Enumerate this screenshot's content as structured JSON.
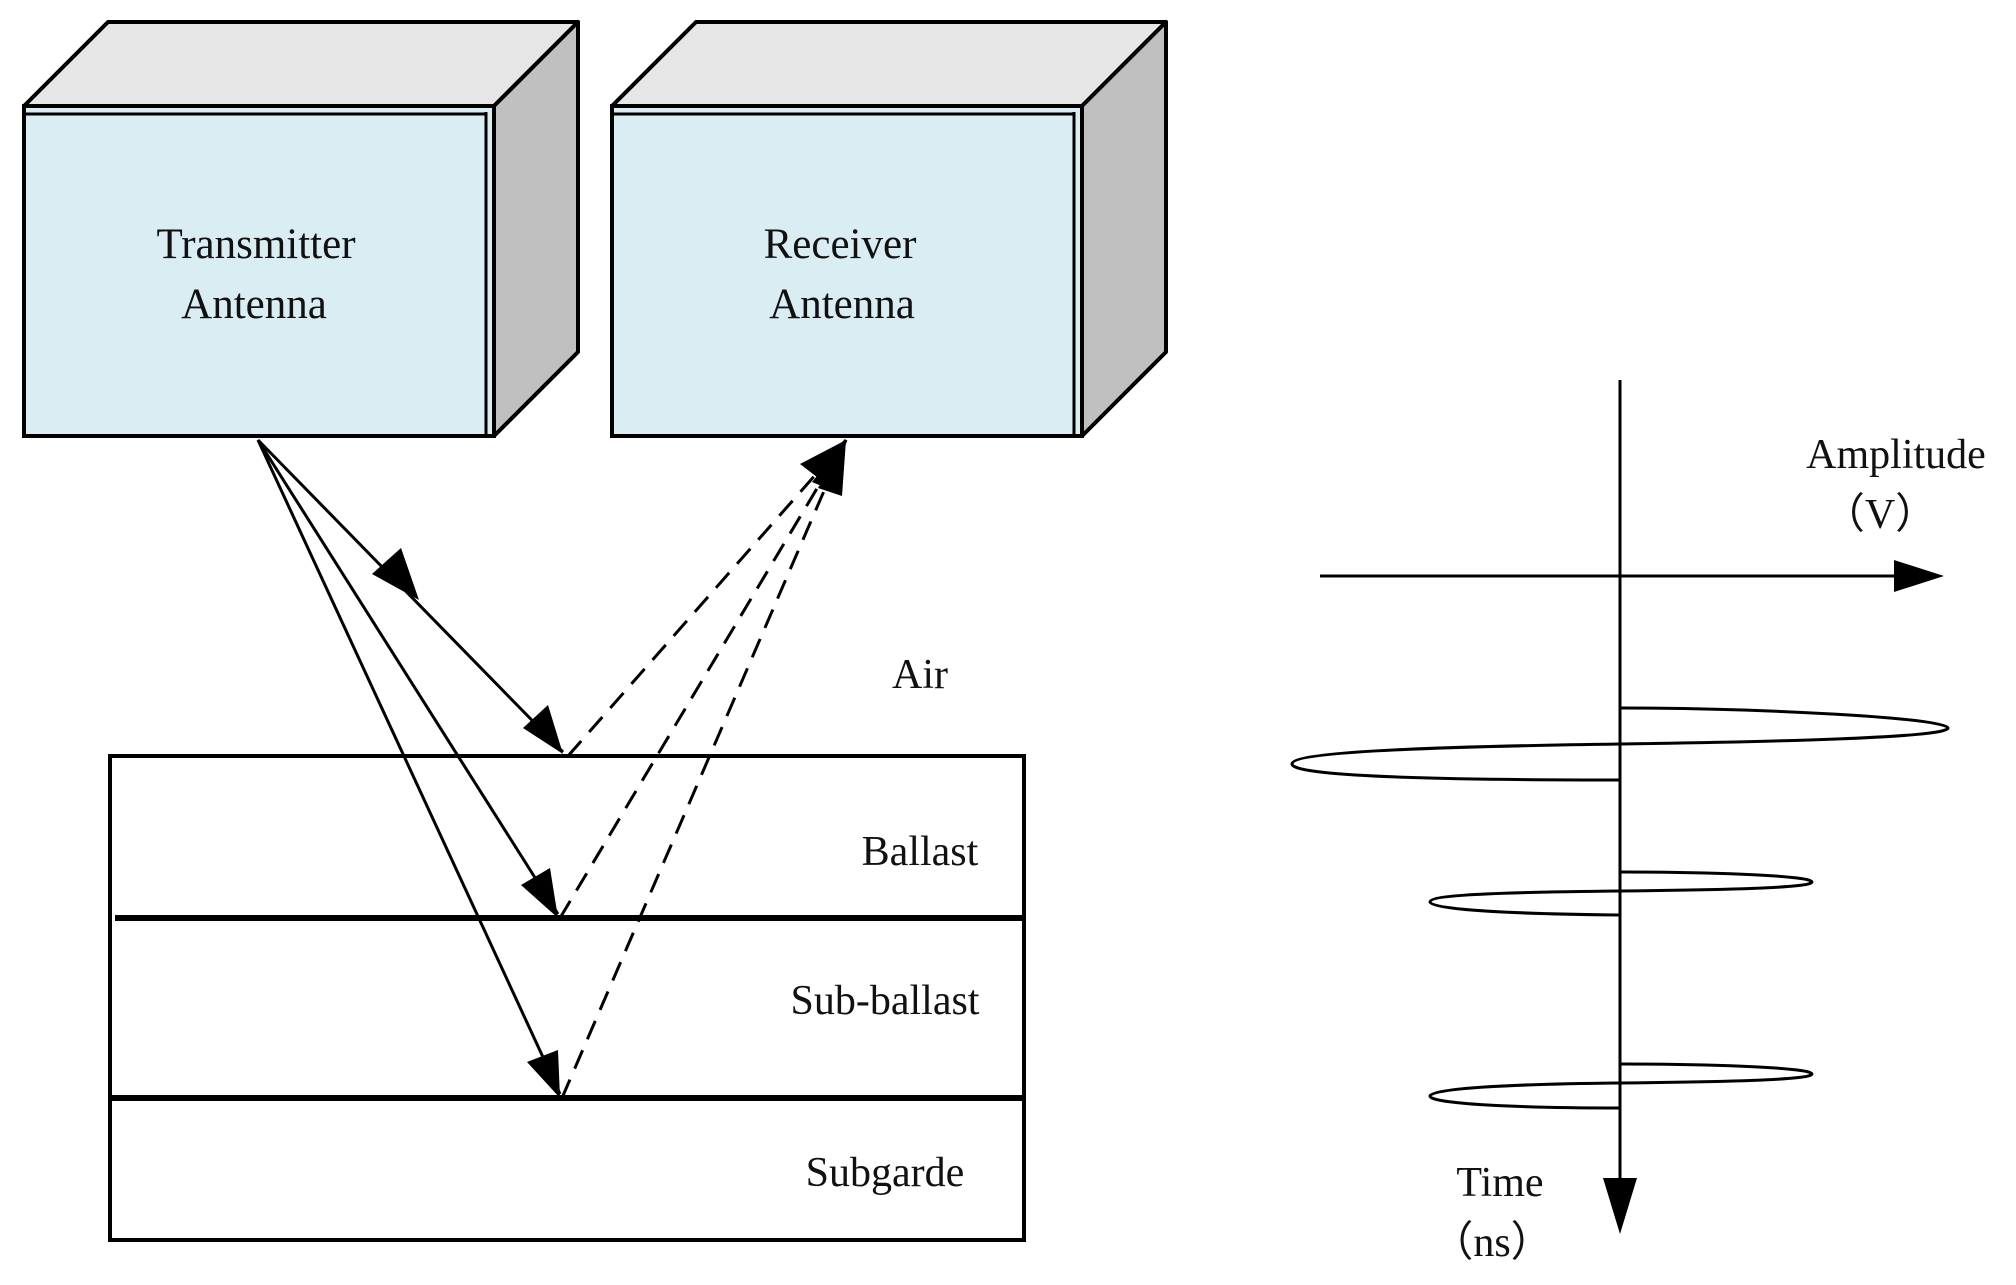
{
  "colors": {
    "box_face": "#daedf3",
    "box_top": "#e6e6e6",
    "box_side": "#c0c0c0",
    "stroke": "#000000"
  },
  "transmitter": {
    "line1": "Transmitter",
    "line2": "Antenna"
  },
  "receiver": {
    "line1": "Receiver",
    "line2": "Antenna"
  },
  "layers": {
    "air": "Air",
    "ballast": "Ballast",
    "sub_ballast": "Sub-ballast",
    "subgrade": "Subgarde"
  },
  "waveform_axes": {
    "amplitude_label": "Amplitude",
    "amplitude_unit": "（V）",
    "time_label": "Time",
    "time_unit": "（ns）"
  }
}
